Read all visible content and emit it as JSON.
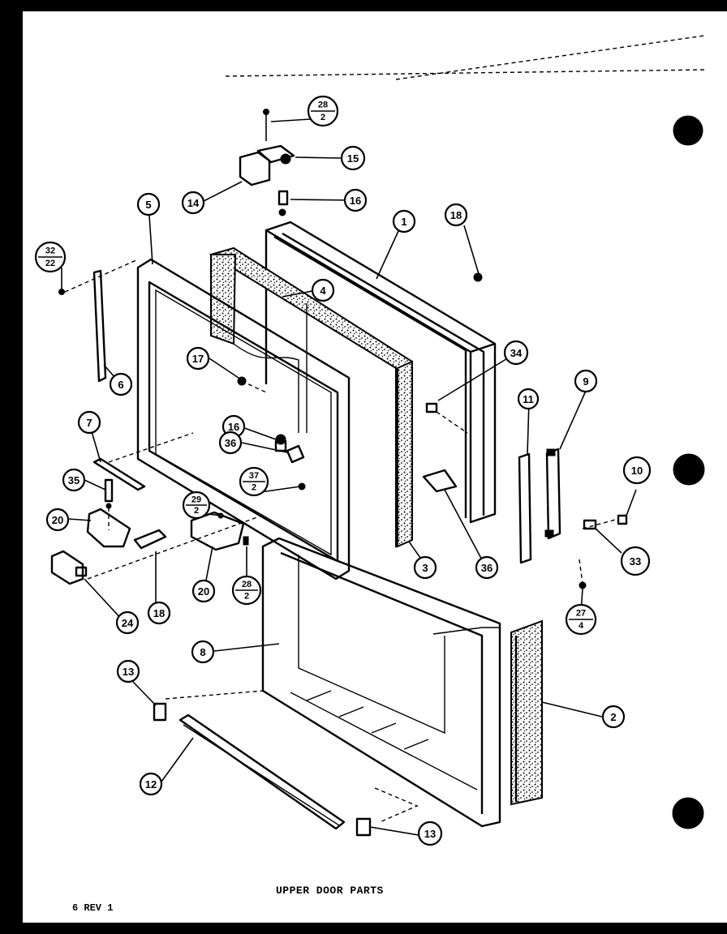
{
  "diagram": {
    "title": "UPPER DOOR PARTS",
    "revision": "6 REV 1",
    "callouts": [
      {
        "id": "c1",
        "label": "1"
      },
      {
        "id": "c2",
        "label": "2"
      },
      {
        "id": "c3",
        "label": "3"
      },
      {
        "id": "c4",
        "label": "4"
      },
      {
        "id": "c5",
        "label": "5"
      },
      {
        "id": "c6",
        "label": "6"
      },
      {
        "id": "c7",
        "label": "7"
      },
      {
        "id": "c8",
        "label": "8"
      },
      {
        "id": "c9",
        "label": "9"
      },
      {
        "id": "c10",
        "label": "10"
      },
      {
        "id": "c11",
        "label": "11"
      },
      {
        "id": "c12",
        "label": "12"
      },
      {
        "id": "c13a",
        "label": "13"
      },
      {
        "id": "c13b",
        "label": "13"
      },
      {
        "id": "c14",
        "label": "14"
      },
      {
        "id": "c15",
        "label": "15"
      },
      {
        "id": "c16a",
        "label": "16"
      },
      {
        "id": "c16b",
        "label": "16"
      },
      {
        "id": "c17",
        "label": "17"
      },
      {
        "id": "c18a",
        "label": "18"
      },
      {
        "id": "c18b",
        "label": "18"
      },
      {
        "id": "c20a",
        "label": "20"
      },
      {
        "id": "c20b",
        "label": "20"
      },
      {
        "id": "c24",
        "label": "24"
      },
      {
        "id": "c33",
        "label": "33"
      },
      {
        "id": "c34",
        "label": "34"
      },
      {
        "id": "c35",
        "label": "35"
      },
      {
        "id": "c36a",
        "label": "36"
      },
      {
        "id": "c36b",
        "label": "36"
      }
    ],
    "fraction_callouts": [
      {
        "id": "f28a",
        "top": "28",
        "bottom": "2"
      },
      {
        "id": "f32",
        "top": "32",
        "bottom": "22"
      },
      {
        "id": "f29",
        "top": "29",
        "bottom": "2"
      },
      {
        "id": "f37",
        "top": "37",
        "bottom": "2"
      },
      {
        "id": "f28b",
        "top": "28",
        "bottom": "2"
      },
      {
        "id": "f27",
        "top": "27",
        "bottom": "4"
      }
    ]
  }
}
